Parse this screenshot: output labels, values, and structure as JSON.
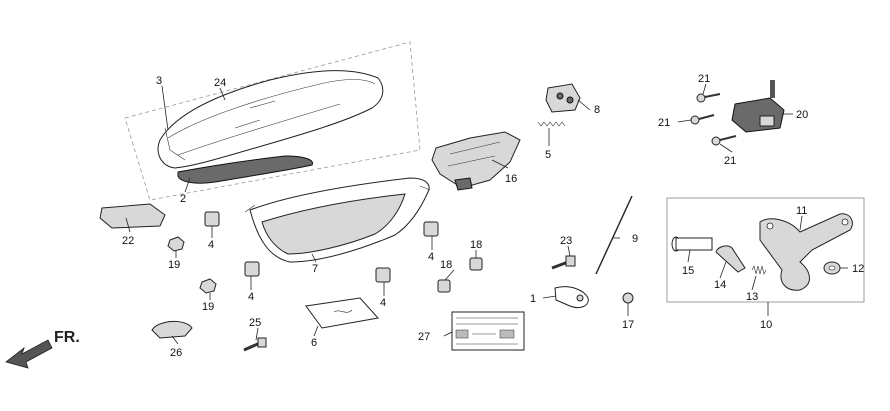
{
  "direction_label": "FR.",
  "callouts": {
    "c1": "1",
    "c2": "2",
    "c3": "3",
    "c4a": "4",
    "c4b": "4",
    "c4c": "4",
    "c4d": "4",
    "c5": "5",
    "c6": "6",
    "c7": "7",
    "c8": "8",
    "c9": "9",
    "c10": "10",
    "c11": "11",
    "c12": "12",
    "c13": "13",
    "c14": "14",
    "c15": "15",
    "c16": "16",
    "c17": "17",
    "c18a": "18",
    "c18b": "18",
    "c19a": "19",
    "c19b": "19",
    "c20": "20",
    "c21a": "21",
    "c21b": "21",
    "c21c": "21",
    "c22": "22",
    "c23": "23",
    "c24": "24",
    "c25": "25",
    "c26": "26",
    "c27": "27"
  }
}
